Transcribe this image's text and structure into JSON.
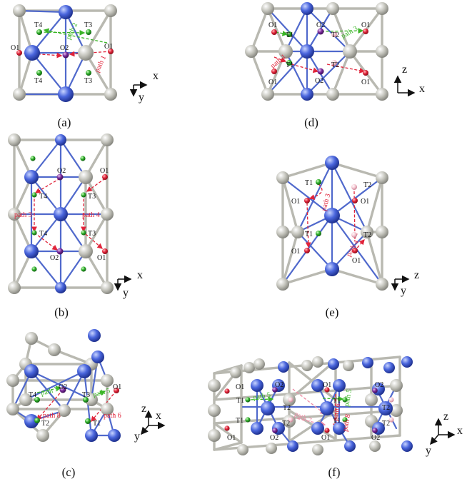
{
  "colors": {
    "host_atom": "#b6b6ae",
    "metal_atom": "#3f5fd6",
    "octahedral_O1": "#e0243a",
    "octahedral_O2": "#7a2a9a",
    "tetrahedral_T": "#2fae2a",
    "tetrahedral_T2_light": "#f4c4cf",
    "path_red": "#e0243a",
    "path_green": "#3ab526"
  },
  "panels": [
    {
      "caption": "(a)",
      "axes": [
        "x",
        "y"
      ]
    },
    {
      "caption": "(b)",
      "axes": [
        "x",
        "y"
      ]
    },
    {
      "caption": "(c)",
      "axes": [
        "z",
        "x",
        "y"
      ]
    },
    {
      "caption": "(d)",
      "axes": [
        "z",
        "x"
      ]
    },
    {
      "caption": "(e)",
      "axes": [
        "z",
        "y"
      ]
    },
    {
      "caption": "(f)",
      "axes": [
        "z",
        "x",
        "y"
      ]
    }
  ],
  "site_labels": {
    "O1": "O1",
    "O2": "O2",
    "T1": "T1",
    "T2": "T2",
    "T3": "T3",
    "T4": "T4"
  },
  "path_labels": {
    "p1": "path 1",
    "p2": "path 2",
    "p3": "path 3",
    "p4": "path 4",
    "p5": "path 5",
    "p6": "path 6",
    "p7": "path 7",
    "p8": "path 8"
  }
}
